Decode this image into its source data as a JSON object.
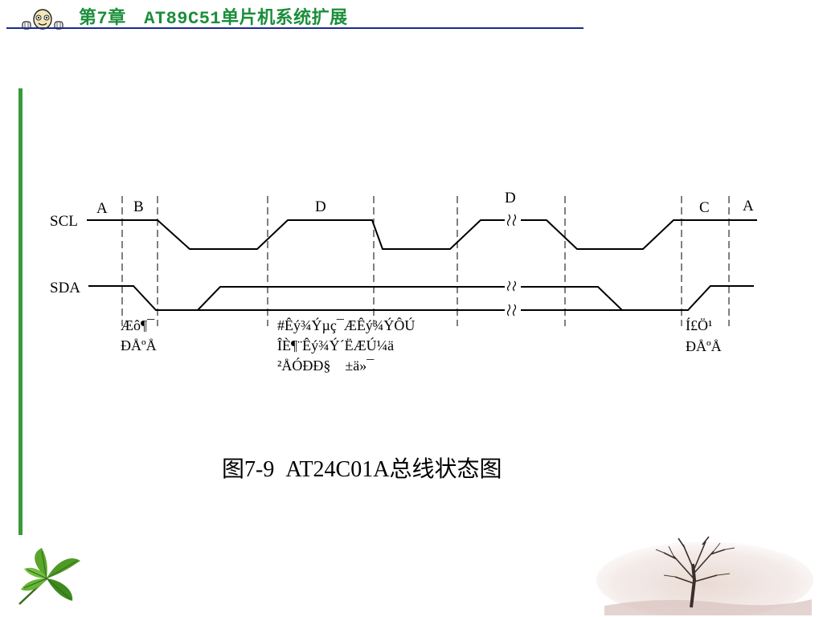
{
  "header": {
    "title": "第7章　AT89C51单片机系统扩展"
  },
  "diagram": {
    "signals": {
      "scl": "SCL",
      "sda": "SDA"
    },
    "phases": {
      "a_left": "A",
      "b": "B",
      "d_first": "D",
      "d_second": "D",
      "c": "C",
      "a_right": "A"
    },
    "notes": {
      "left_line1": "Æô¶¯",
      "left_line2": "ÐÅºÅ",
      "mid_line1": "#Êý¾Ýµç¯ÆÊý¾ÝÔÚ",
      "mid_line2": "ÎÈ¶¨Êý¾Ý´ËÆÚ¼ä",
      "mid_line3": "²ÅÓÐÐ§    ±ä»¯",
      "right_line1": "Í£Ö¹",
      "right_line2": "ÐÅºÅ"
    }
  },
  "caption": "图7-9  AT24C01A总线状态图",
  "colors": {
    "header_text": "#1b8e3a",
    "header_rule": "#1c2a8e",
    "left_bar": "#3a9a3a",
    "waveform": "#000000"
  },
  "icons": {
    "mascot": "mascot-icon",
    "leaf": "leaf-icon",
    "tree": "tree-photo"
  }
}
